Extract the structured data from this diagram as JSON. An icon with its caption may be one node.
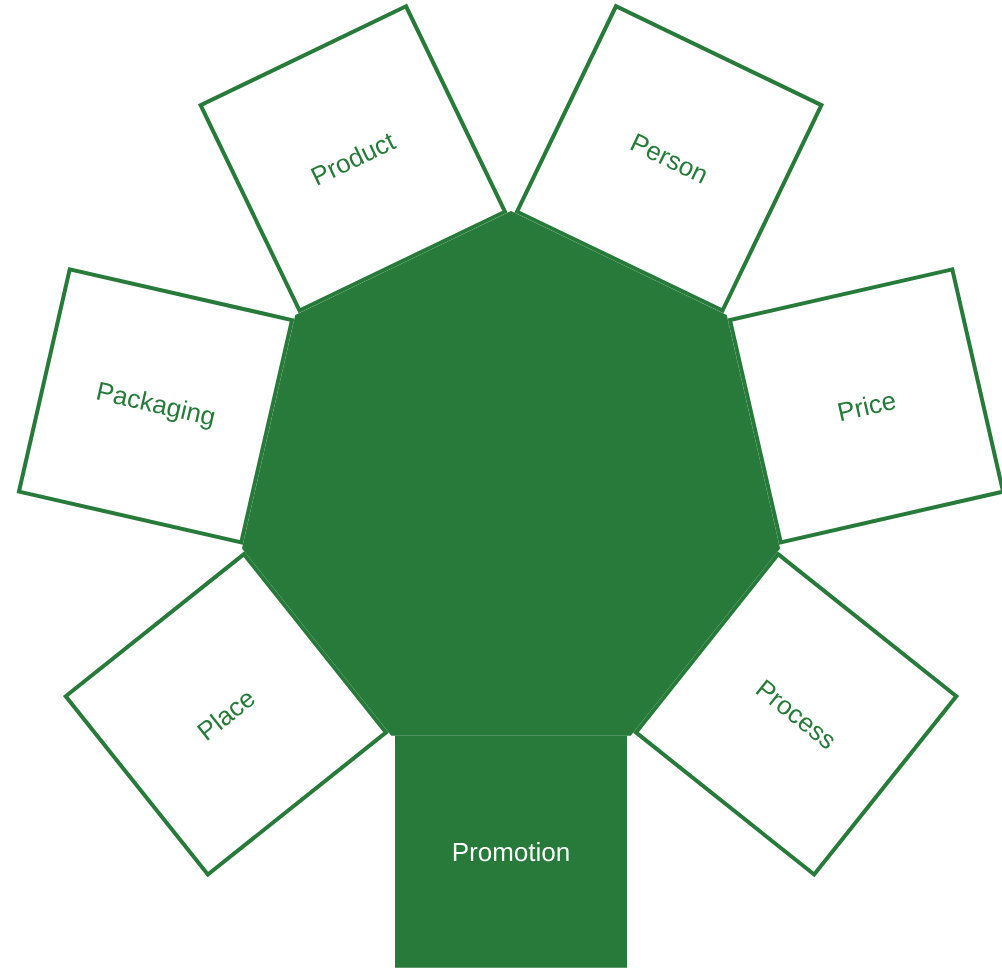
{
  "diagram": {
    "nodes": [
      {
        "text": [],
        "shape": "heptagon"
      },
      {
        "text": [
          "Product"
        ]
      },
      {
        "text": [
          "Person"
        ]
      },
      {
        "text": [
          "Packaging"
        ]
      },
      {
        "text": [
          "Price"
        ]
      },
      {
        "text": [
          "Place"
        ]
      },
      {
        "text": [
          "Process"
        ]
      },
      {
        "text": [
          "Promotion"
        ]
      }
    ]
  }
}
